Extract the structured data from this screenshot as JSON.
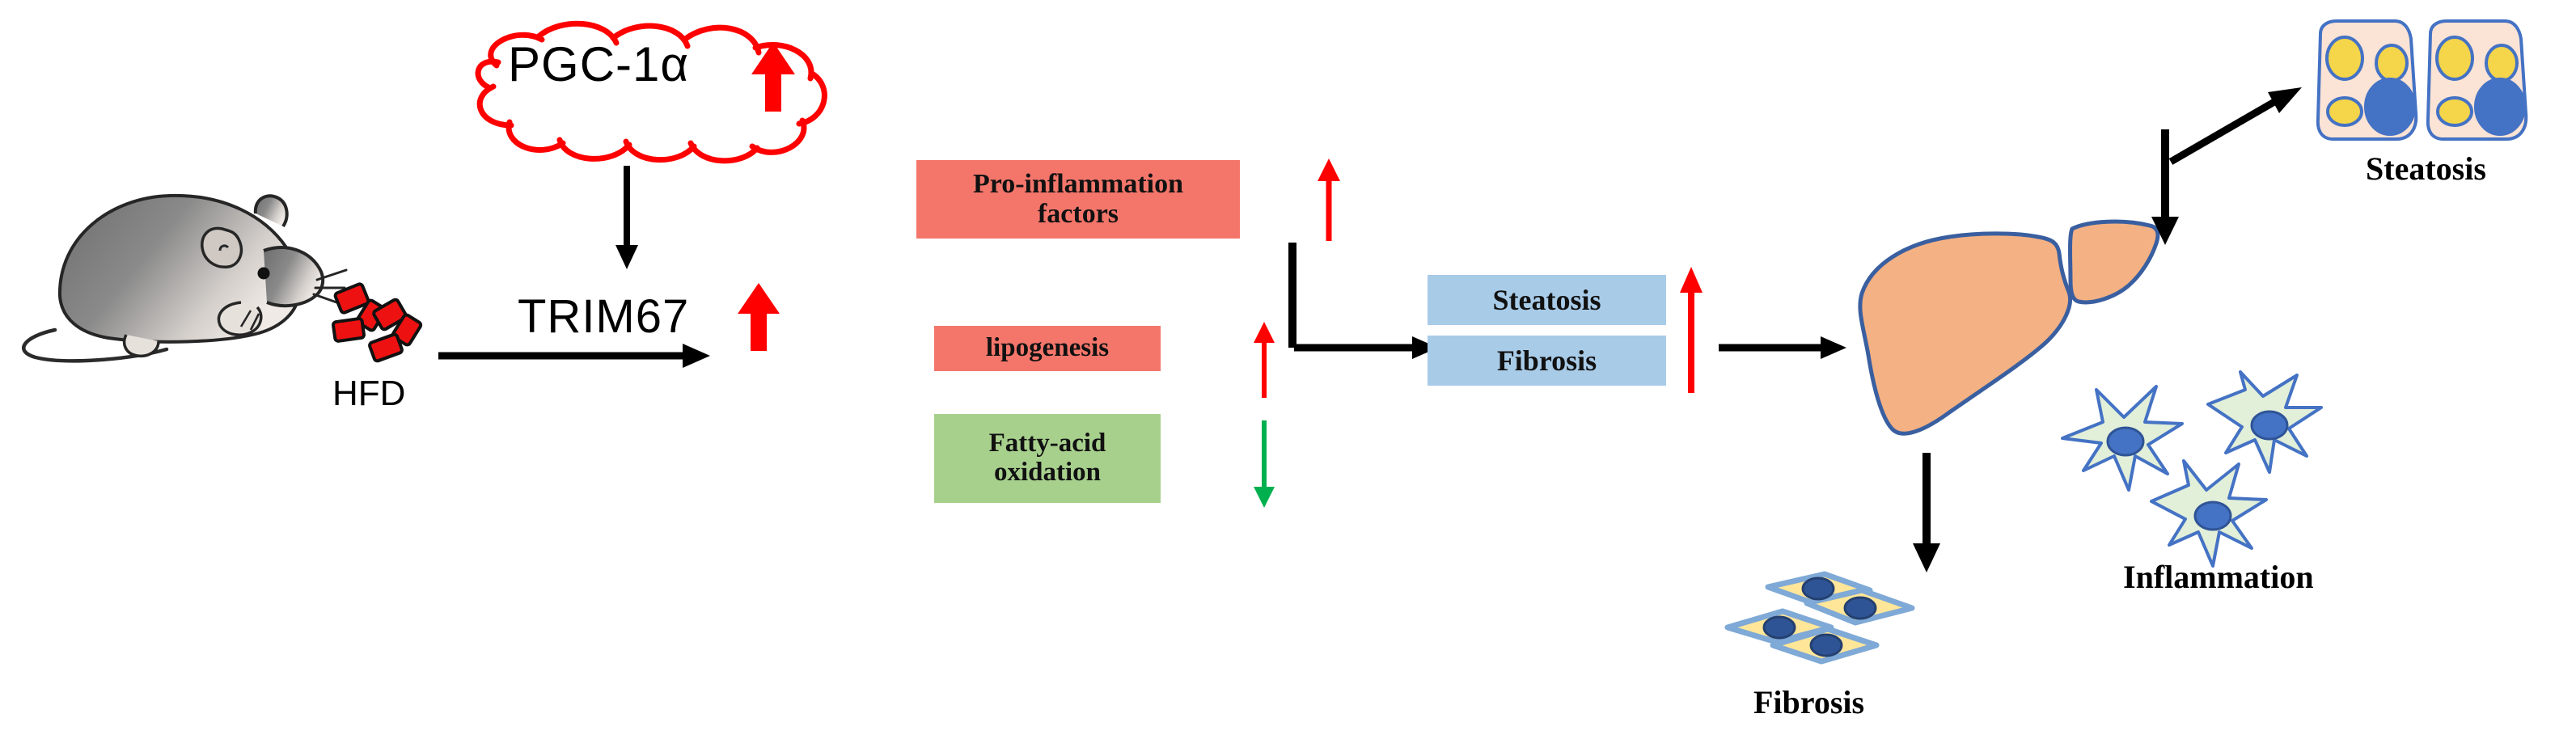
{
  "figure": {
    "type": "pathway-diagram",
    "background": "#ffffff"
  },
  "colors": {
    "red_accent": "#ff0000",
    "green_accent": "#00b04f",
    "pro_inflammation_box": "#f4766b",
    "lipogenesis_box": "#f4766b",
    "fatty_acid_box": "#a8d08d",
    "steatosis_box": "#a8cbe8",
    "fibrosis_box": "#a8cbe8",
    "liver_fill": "#f4b183",
    "liver_stroke": "#3a5fa0",
    "cell_fill": "#fbe3d5",
    "cell_stroke": "#4472c4",
    "lipid_droplet": "#f5d54a",
    "nucleus": "#4472c4",
    "stellate_fill": "#e2efd9",
    "fibroblast_fill": "#ffe699",
    "arrow_black": "#000000",
    "pellet_red": "#ee1111"
  },
  "nodes": {
    "mouse": {
      "name": "mouse",
      "caption": "HFD"
    },
    "pgc": {
      "label": "PGC-1α",
      "trend": "up",
      "trend_color": "#ff0000",
      "shape": "cloud",
      "shape_color": "#ff0000"
    },
    "trim67": {
      "label": "TRIM67",
      "trend": "up",
      "trend_color": "#ff0000"
    },
    "pro_inflammation": {
      "label": "Pro-inflammation\nfactors",
      "line1": "Pro-inflammation",
      "line2": "factors",
      "trend": "up",
      "trend_color": "#ff0000"
    },
    "lipogenesis": {
      "label": "lipogenesis",
      "trend": "up",
      "trend_color": "#ff0000"
    },
    "fatty_acid_oxidation": {
      "line1": "Fatty-acid",
      "line2": "oxidation",
      "label": "Fatty-acid oxidation",
      "trend": "down",
      "trend_color": "#00b04f"
    },
    "steatosis_box": {
      "label": "Steatosis",
      "trend": "up",
      "trend_color": "#ff0000"
    },
    "fibrosis_box": {
      "label": "Fibrosis",
      "trend": "up",
      "trend_color": "#ff0000"
    },
    "liver": {
      "name": "liver"
    },
    "outcome_steatosis": {
      "label": "Steatosis"
    },
    "outcome_inflammation": {
      "label": "Inflammation"
    },
    "outcome_fibrosis": {
      "label": "Fibrosis"
    }
  },
  "edges": [
    {
      "from": "mouse",
      "to": "trim67",
      "style": "solid-arrow",
      "direction": "right"
    },
    {
      "from": "pgc",
      "to": "trim67",
      "style": "solid-arrow",
      "direction": "down"
    },
    {
      "from": "trim67",
      "to": "effectors",
      "style": "solid-arrow",
      "direction": "right"
    },
    {
      "from": "effectors",
      "to": "steatosis-fibrosis",
      "style": "solid-arrow",
      "direction": "right"
    },
    {
      "from": "steatosis-fibrosis",
      "to": "liver",
      "style": "solid-arrow",
      "direction": "right"
    },
    {
      "from": "liver",
      "to": "outcome_steatosis",
      "style": "solid-arrow",
      "direction": "up-right"
    },
    {
      "from": "liver",
      "to": "outcome_inflammation",
      "style": "solid-arrow",
      "direction": "down"
    },
    {
      "from": "liver",
      "to": "outcome_fibrosis",
      "style": "solid-arrow",
      "direction": "down"
    }
  ]
}
